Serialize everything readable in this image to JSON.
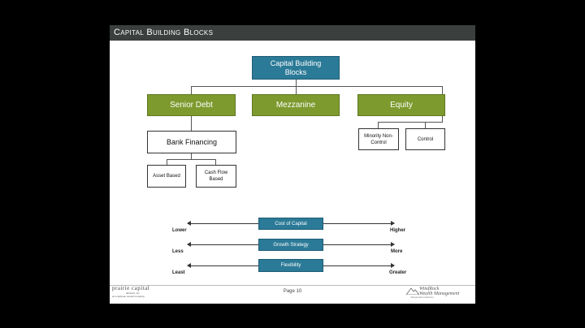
{
  "slide": {
    "title_first_C": "C",
    "title_rest1": "apital ",
    "title_first_B": "B",
    "title_rest2": "uilding ",
    "title_first_B2": "B",
    "title_rest3": "locks",
    "page": "Page 10"
  },
  "diagram": {
    "root": "Capital Building Blocks",
    "level1": [
      "Senior Debt",
      "Mezzanine",
      "Equity"
    ],
    "bank": "Bank Financing",
    "bank_children": [
      "Asset Based",
      "Cash Flow Based"
    ],
    "equity_children": [
      "Minority Non-Control",
      "Control"
    ]
  },
  "scales": [
    {
      "label": "Cost of Capital",
      "left": "Lower",
      "right": "Higher"
    },
    {
      "label": "Growth Strategy",
      "left": "Less",
      "right": "More"
    },
    {
      "label": "Flexibility",
      "left": "Least",
      "right": "Greater"
    }
  ],
  "logos": {
    "left_name": "prairie capital",
    "left_sub1": "advisors, inc.",
    "left_sub2": "an employee owned company",
    "right_name1": "WindRock",
    "right_name2": "Wealth Management",
    "right_sub": "Independent Advisory"
  },
  "colors": {
    "blue": "#2b7a97",
    "green": "#7d9a2e",
    "title_bar": "#3b3f3e"
  }
}
